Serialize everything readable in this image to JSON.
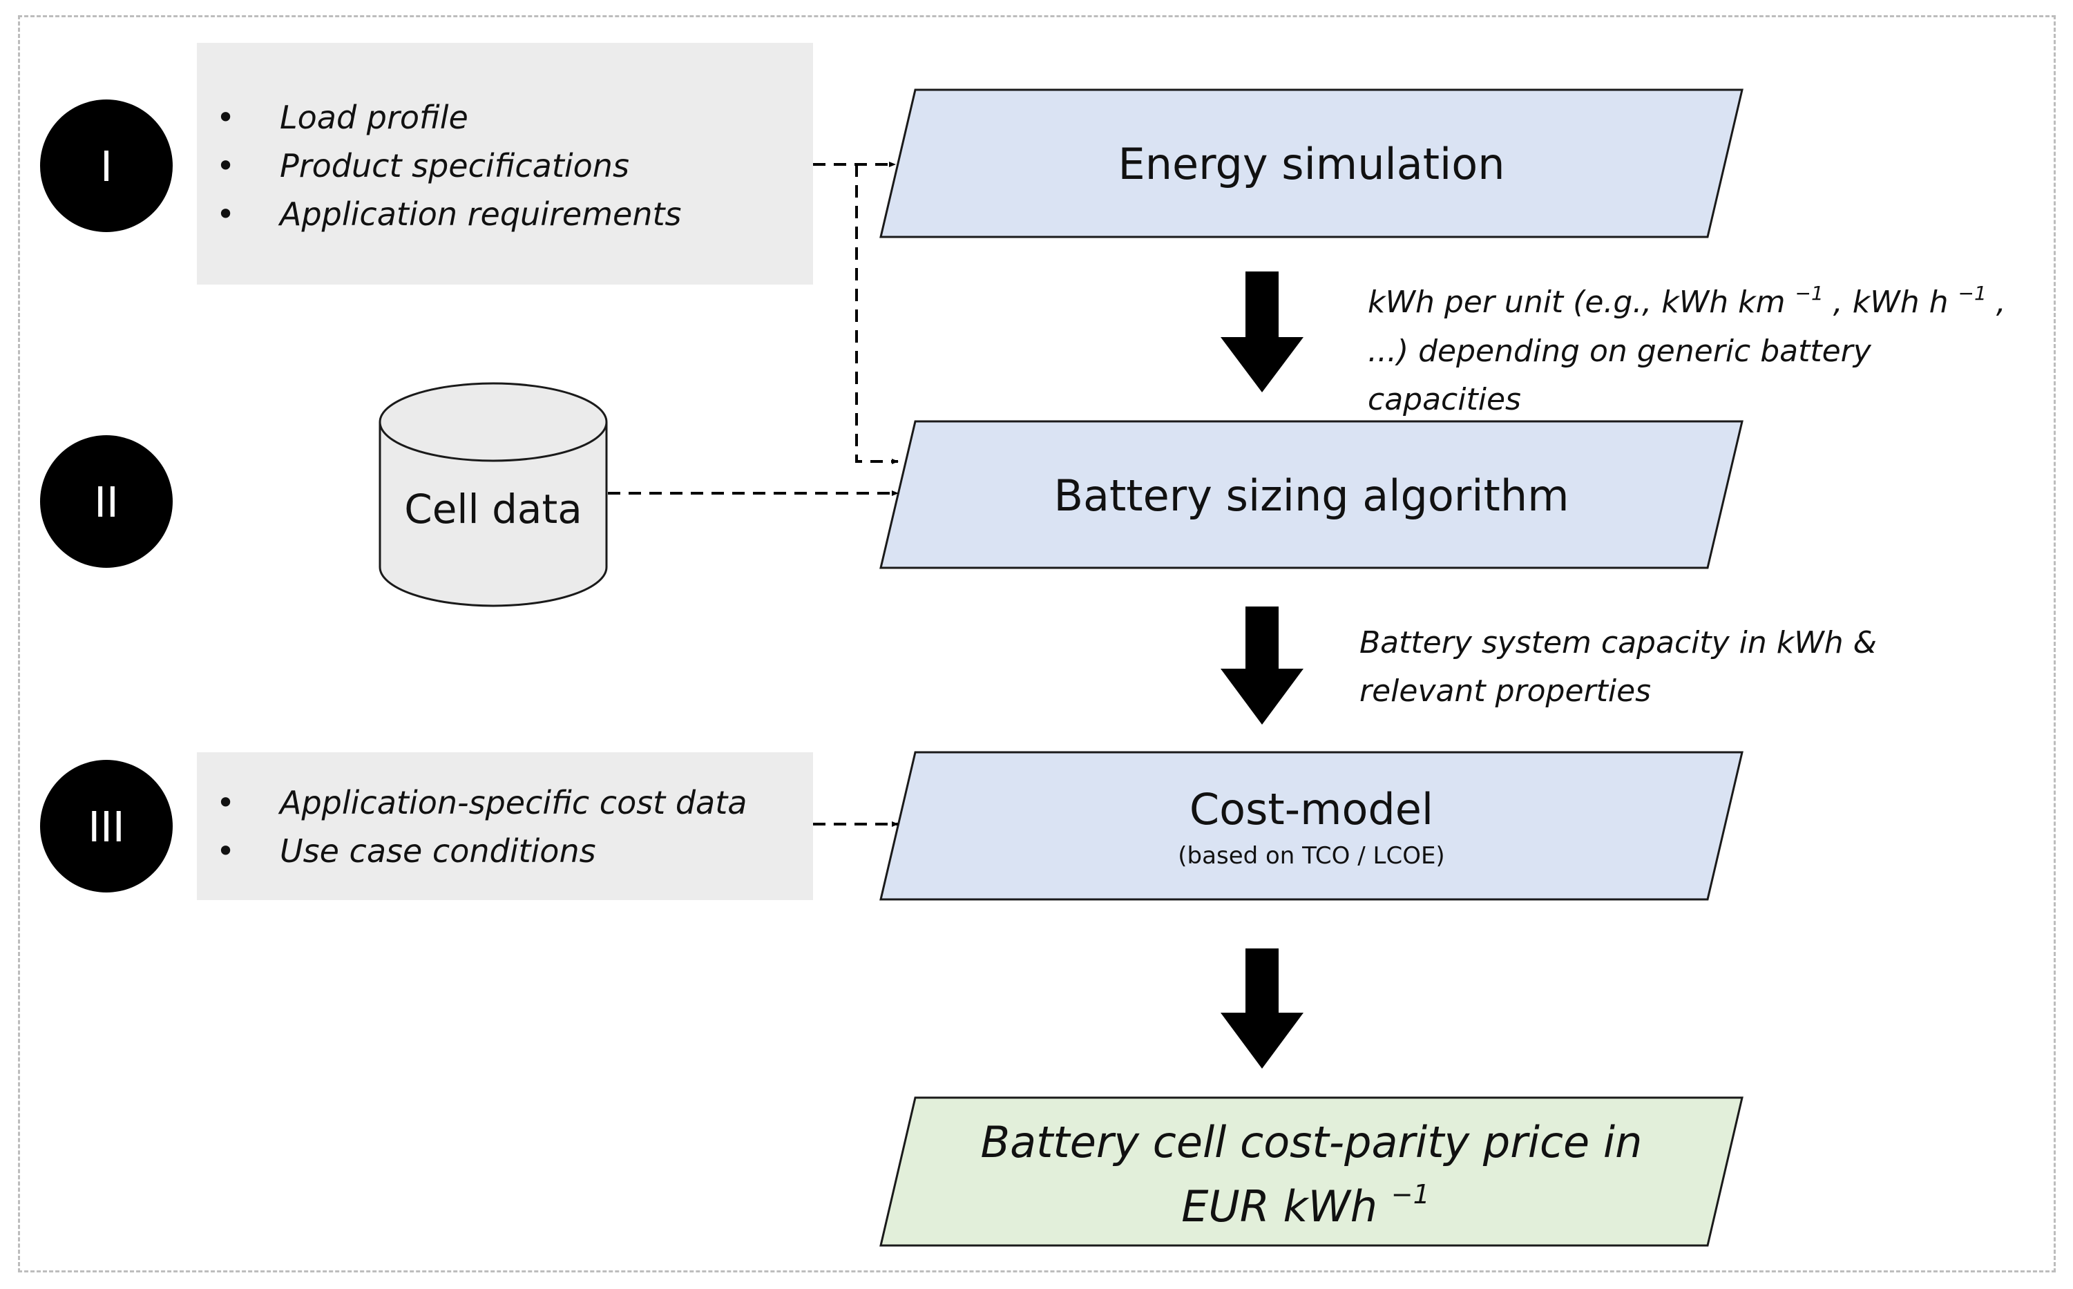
{
  "stages": [
    {
      "numeral": "I",
      "inputs": [
        "Load profile",
        "Product specifications",
        "Application requirements"
      ]
    },
    {
      "numeral": "II",
      "database_label": "Cell data"
    },
    {
      "numeral": "III",
      "inputs": [
        "Application-specific cost data",
        "Use case conditions"
      ]
    }
  ],
  "process_boxes": {
    "energy_simulation": {
      "title": "Energy simulation"
    },
    "battery_sizing": {
      "title": "Battery sizing algorithm"
    },
    "cost_model": {
      "title": "Cost-model",
      "subtitle": "(based on TCO / LCOE)"
    }
  },
  "result_box": {
    "line1": "Battery cell cost-parity price in",
    "line2_text": "EUR kWh",
    "line2_exponent": "−1"
  },
  "flow_notes": {
    "after_energy_simulation": {
      "line1_parts": [
        "kWh per unit (e.g., kWh km",
        "−1",
        ", kWh h",
        "−1",
        ","
      ],
      "line2": "...) depending on generic battery",
      "line3": "capacities"
    },
    "after_battery_sizing": {
      "line1": "Battery system capacity in kWh &",
      "line2": "relevant properties"
    }
  },
  "colors": {
    "process_fill": "#dae3f3",
    "result_fill": "#e2efda",
    "input_box_fill": "#ececec",
    "database_fill": "#ebebeb",
    "arrow_fill": "#000000",
    "frame_border": "#bdbdbd"
  }
}
